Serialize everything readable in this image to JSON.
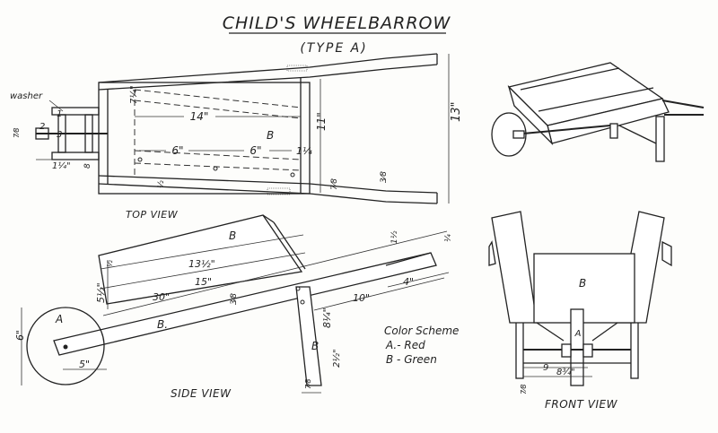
{
  "title": "CHILD'S WHEELBARROW",
  "subtitle": "(TYPE A)",
  "views": {
    "top": "TOP VIEW",
    "side": "SIDE VIEW",
    "front": "FRONT VIEW"
  },
  "color_scheme": {
    "heading": "Color Scheme",
    "a": "A.- Red",
    "b": "B - Green"
  },
  "labels": {
    "washer": "washer",
    "part_a": "A",
    "part_b": "B",
    "part_b_dot": "B.",
    "num_1": "1",
    "num_2": "2",
    "num_3": "3"
  },
  "dimensions": {
    "d14": "14\"",
    "d13": "13\"",
    "d11": "11\"",
    "d6a": "6\"",
    "d6b": "6\"",
    "d1q": "1¼",
    "d1q_left": "1¼\"",
    "d7q": "7¼\"",
    "d1_2": "½",
    "d7_8": "7⁄8",
    "d3_8": "3⁄8",
    "d8": "8",
    "d13h": "13½\"",
    "d15": "15\"",
    "d30": "30\"",
    "d10": "10\"",
    "d4": "4\"",
    "d5h": "5½\"",
    "d6": "6\"",
    "d5": "5\"",
    "d8q": "8¼\"",
    "d2h": "2½\"",
    "d9": "9",
    "d8f": "8¾\"",
    "d1h": "1½",
    "d1_4": "¼"
  }
}
